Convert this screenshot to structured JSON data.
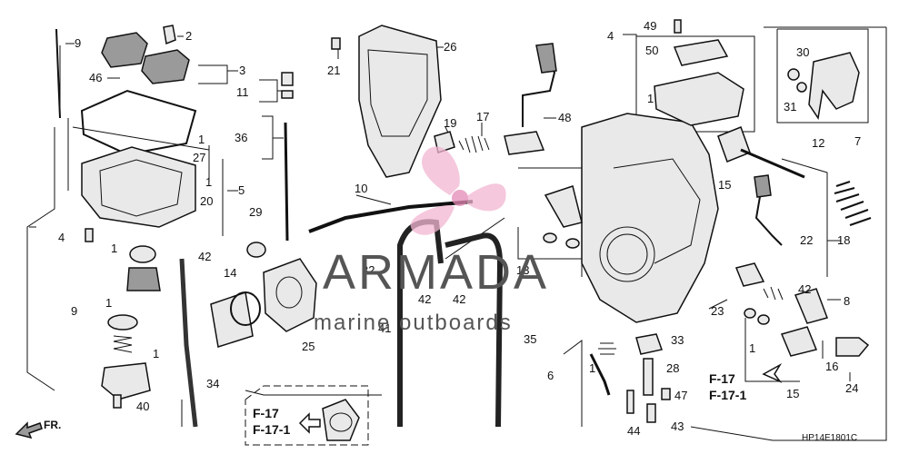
{
  "diagram": {
    "code": "HP14E1801C",
    "direction_label": "FR.",
    "refs": {
      "ref_a": "F-17",
      "ref_b": "F-17-1"
    },
    "watermark": {
      "brand": "ARMADA",
      "tagline": "marine outboards"
    },
    "callouts": [
      {
        "id": "c9a",
        "text": "9"
      },
      {
        "id": "c2",
        "text": "2"
      },
      {
        "id": "c3",
        "text": "3"
      },
      {
        "id": "c46",
        "text": "46"
      },
      {
        "id": "c1a",
        "text": "1"
      },
      {
        "id": "c27",
        "text": "27"
      },
      {
        "id": "c1b",
        "text": "1"
      },
      {
        "id": "c5",
        "text": "5"
      },
      {
        "id": "c20",
        "text": "20"
      },
      {
        "id": "c4",
        "text": "4"
      },
      {
        "id": "c1c",
        "text": "1"
      },
      {
        "id": "c29",
        "text": "29"
      },
      {
        "id": "c42a",
        "text": "42"
      },
      {
        "id": "c9b",
        "text": "9"
      },
      {
        "id": "c1d",
        "text": "1"
      },
      {
        "id": "c1e",
        "text": "1"
      },
      {
        "id": "c40",
        "text": "40"
      },
      {
        "id": "c14",
        "text": "14"
      },
      {
        "id": "c34",
        "text": "34"
      },
      {
        "id": "c11",
        "text": "11"
      },
      {
        "id": "c36",
        "text": "36"
      },
      {
        "id": "c21",
        "text": "21"
      },
      {
        "id": "c26",
        "text": "26"
      },
      {
        "id": "c10",
        "text": "10"
      },
      {
        "id": "c19",
        "text": "19"
      },
      {
        "id": "c17",
        "text": "17"
      },
      {
        "id": "c48",
        "text": "48"
      },
      {
        "id": "c32",
        "text": "32"
      },
      {
        "id": "c41",
        "text": "41"
      },
      {
        "id": "c25",
        "text": "25"
      },
      {
        "id": "c42b",
        "text": "42"
      },
      {
        "id": "c42c",
        "text": "42"
      },
      {
        "id": "c13",
        "text": "13"
      },
      {
        "id": "c35",
        "text": "35"
      },
      {
        "id": "c4b",
        "text": "4"
      },
      {
        "id": "c49",
        "text": "49"
      },
      {
        "id": "c50",
        "text": "50"
      },
      {
        "id": "c1f",
        "text": "1"
      },
      {
        "id": "c30",
        "text": "30"
      },
      {
        "id": "c31",
        "text": "31"
      },
      {
        "id": "c7",
        "text": "7"
      },
      {
        "id": "c12",
        "text": "12"
      },
      {
        "id": "c15a",
        "text": "15"
      },
      {
        "id": "c22",
        "text": "22"
      },
      {
        "id": "c18",
        "text": "18"
      },
      {
        "id": "c42d",
        "text": "42"
      },
      {
        "id": "c8",
        "text": "8"
      },
      {
        "id": "c23",
        "text": "23"
      },
      {
        "id": "c1g",
        "text": "1"
      },
      {
        "id": "c16",
        "text": "16"
      },
      {
        "id": "c15b",
        "text": "15"
      },
      {
        "id": "c24",
        "text": "24"
      },
      {
        "id": "c6",
        "text": "6"
      },
      {
        "id": "c1h",
        "text": "1"
      },
      {
        "id": "c33",
        "text": "33"
      },
      {
        "id": "c28",
        "text": "28"
      },
      {
        "id": "c47",
        "text": "47"
      },
      {
        "id": "c44",
        "text": "44"
      },
      {
        "id": "c43",
        "text": "43"
      }
    ]
  }
}
